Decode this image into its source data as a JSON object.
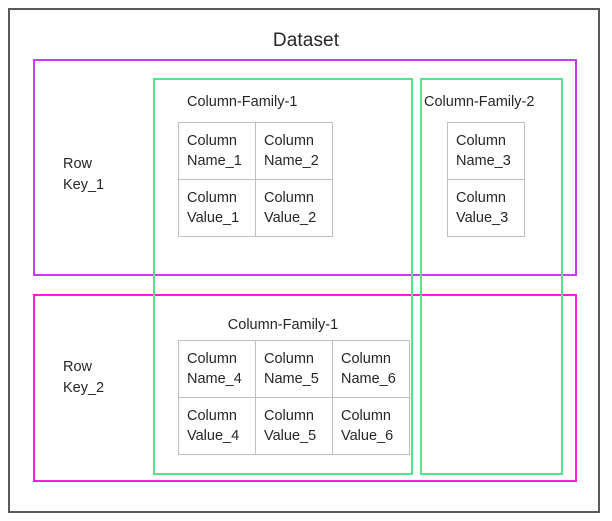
{
  "diagram": {
    "title": "Dataset",
    "colors": {
      "outer_frame": "#595959",
      "row_1_border": "#C83CF0",
      "row_2_border": "#FF1CE0",
      "column_family_border": "#56E38B",
      "cell_border": "#BFBFBF",
      "text": "#262626"
    },
    "rows": [
      {
        "key_label": "Row\nKey_1",
        "column_families": [
          {
            "label": "Column-Family-1",
            "names": [
              "Column\nName_1",
              "Column\nName_2"
            ],
            "values": [
              "Column\nValue_1",
              "Column\nValue_2"
            ]
          },
          {
            "label": "Column-Family-2",
            "names": [
              "Column\nName_3"
            ],
            "values": [
              "Column\nValue_3"
            ]
          }
        ]
      },
      {
        "key_label": "Row\nKey_2",
        "column_families": [
          {
            "label": "Column-Family-1",
            "names": [
              "Column\nName_4",
              "Column\nName_5",
              "Column\nName_6"
            ],
            "values": [
              "Column\nValue_4",
              "Column\nValue_5",
              "Column\nValue_6"
            ]
          }
        ]
      }
    ]
  }
}
